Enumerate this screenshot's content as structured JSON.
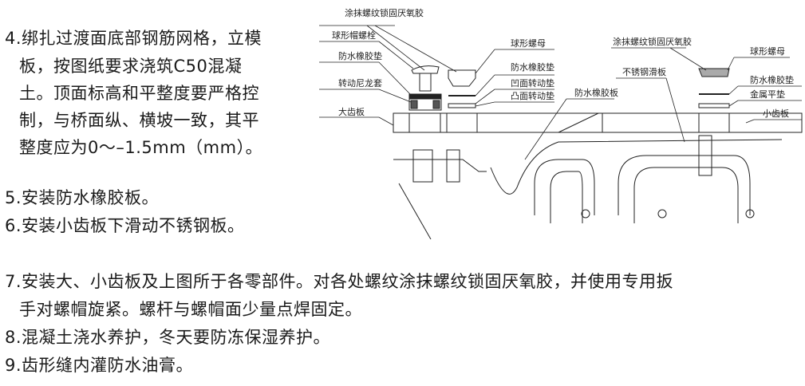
{
  "steps": {
    "s4": [
      "4.绑扎过渡面底部钢筋网格，立模",
      "板，按图纸要求浇筑C50混凝",
      "土。顶面标高和平整度要严格控",
      "制，与桥面纵、横坡一致，其平",
      "整度应为0～–1.5mm（mm）。"
    ],
    "s5": "5.安装防水橡胶板。",
    "s6": "6.安装小齿板下滑动不锈钢板。",
    "s7": [
      "7.安装大、小齿板及上图所于各零部件。对各处螺纹涂抹螺纹锁固厌氧胶，并使用专用扳",
      "手对螺帽旋紧。螺杆与螺帽面少量点焊固定。"
    ],
    "s8": "8.混凝土浇水养护，冬天要防冻保湿养护。",
    "s9": "9.齿形缝内灌防水油膏。"
  },
  "diagram": {
    "labels": {
      "glue_left": "涂抹螺纹锁固厌氧胶",
      "ball_cap_bolt": "球形帽螺栓",
      "rubber_pad_left": "防水橡胶垫",
      "nylon_sleeve": "转动尼龙套",
      "big_tooth_plate": "大齿板",
      "ball_nut_left": "球形螺母",
      "rubber_pad_mid": "防水橡胶垫",
      "concave_pad": "凹面转动垫",
      "convex_pad": "凸面转动垫",
      "rubber_sheet": "防水橡胶板",
      "stainless_plate": "不锈钢滑板",
      "glue_right": "涂抹螺纹锁固厌氧胶",
      "ball_nut_right": "球形螺母",
      "rubber_pad_right": "防水橡胶垫",
      "metal_washer": "金属平垫",
      "small_tooth_plate": "小齿板"
    }
  }
}
